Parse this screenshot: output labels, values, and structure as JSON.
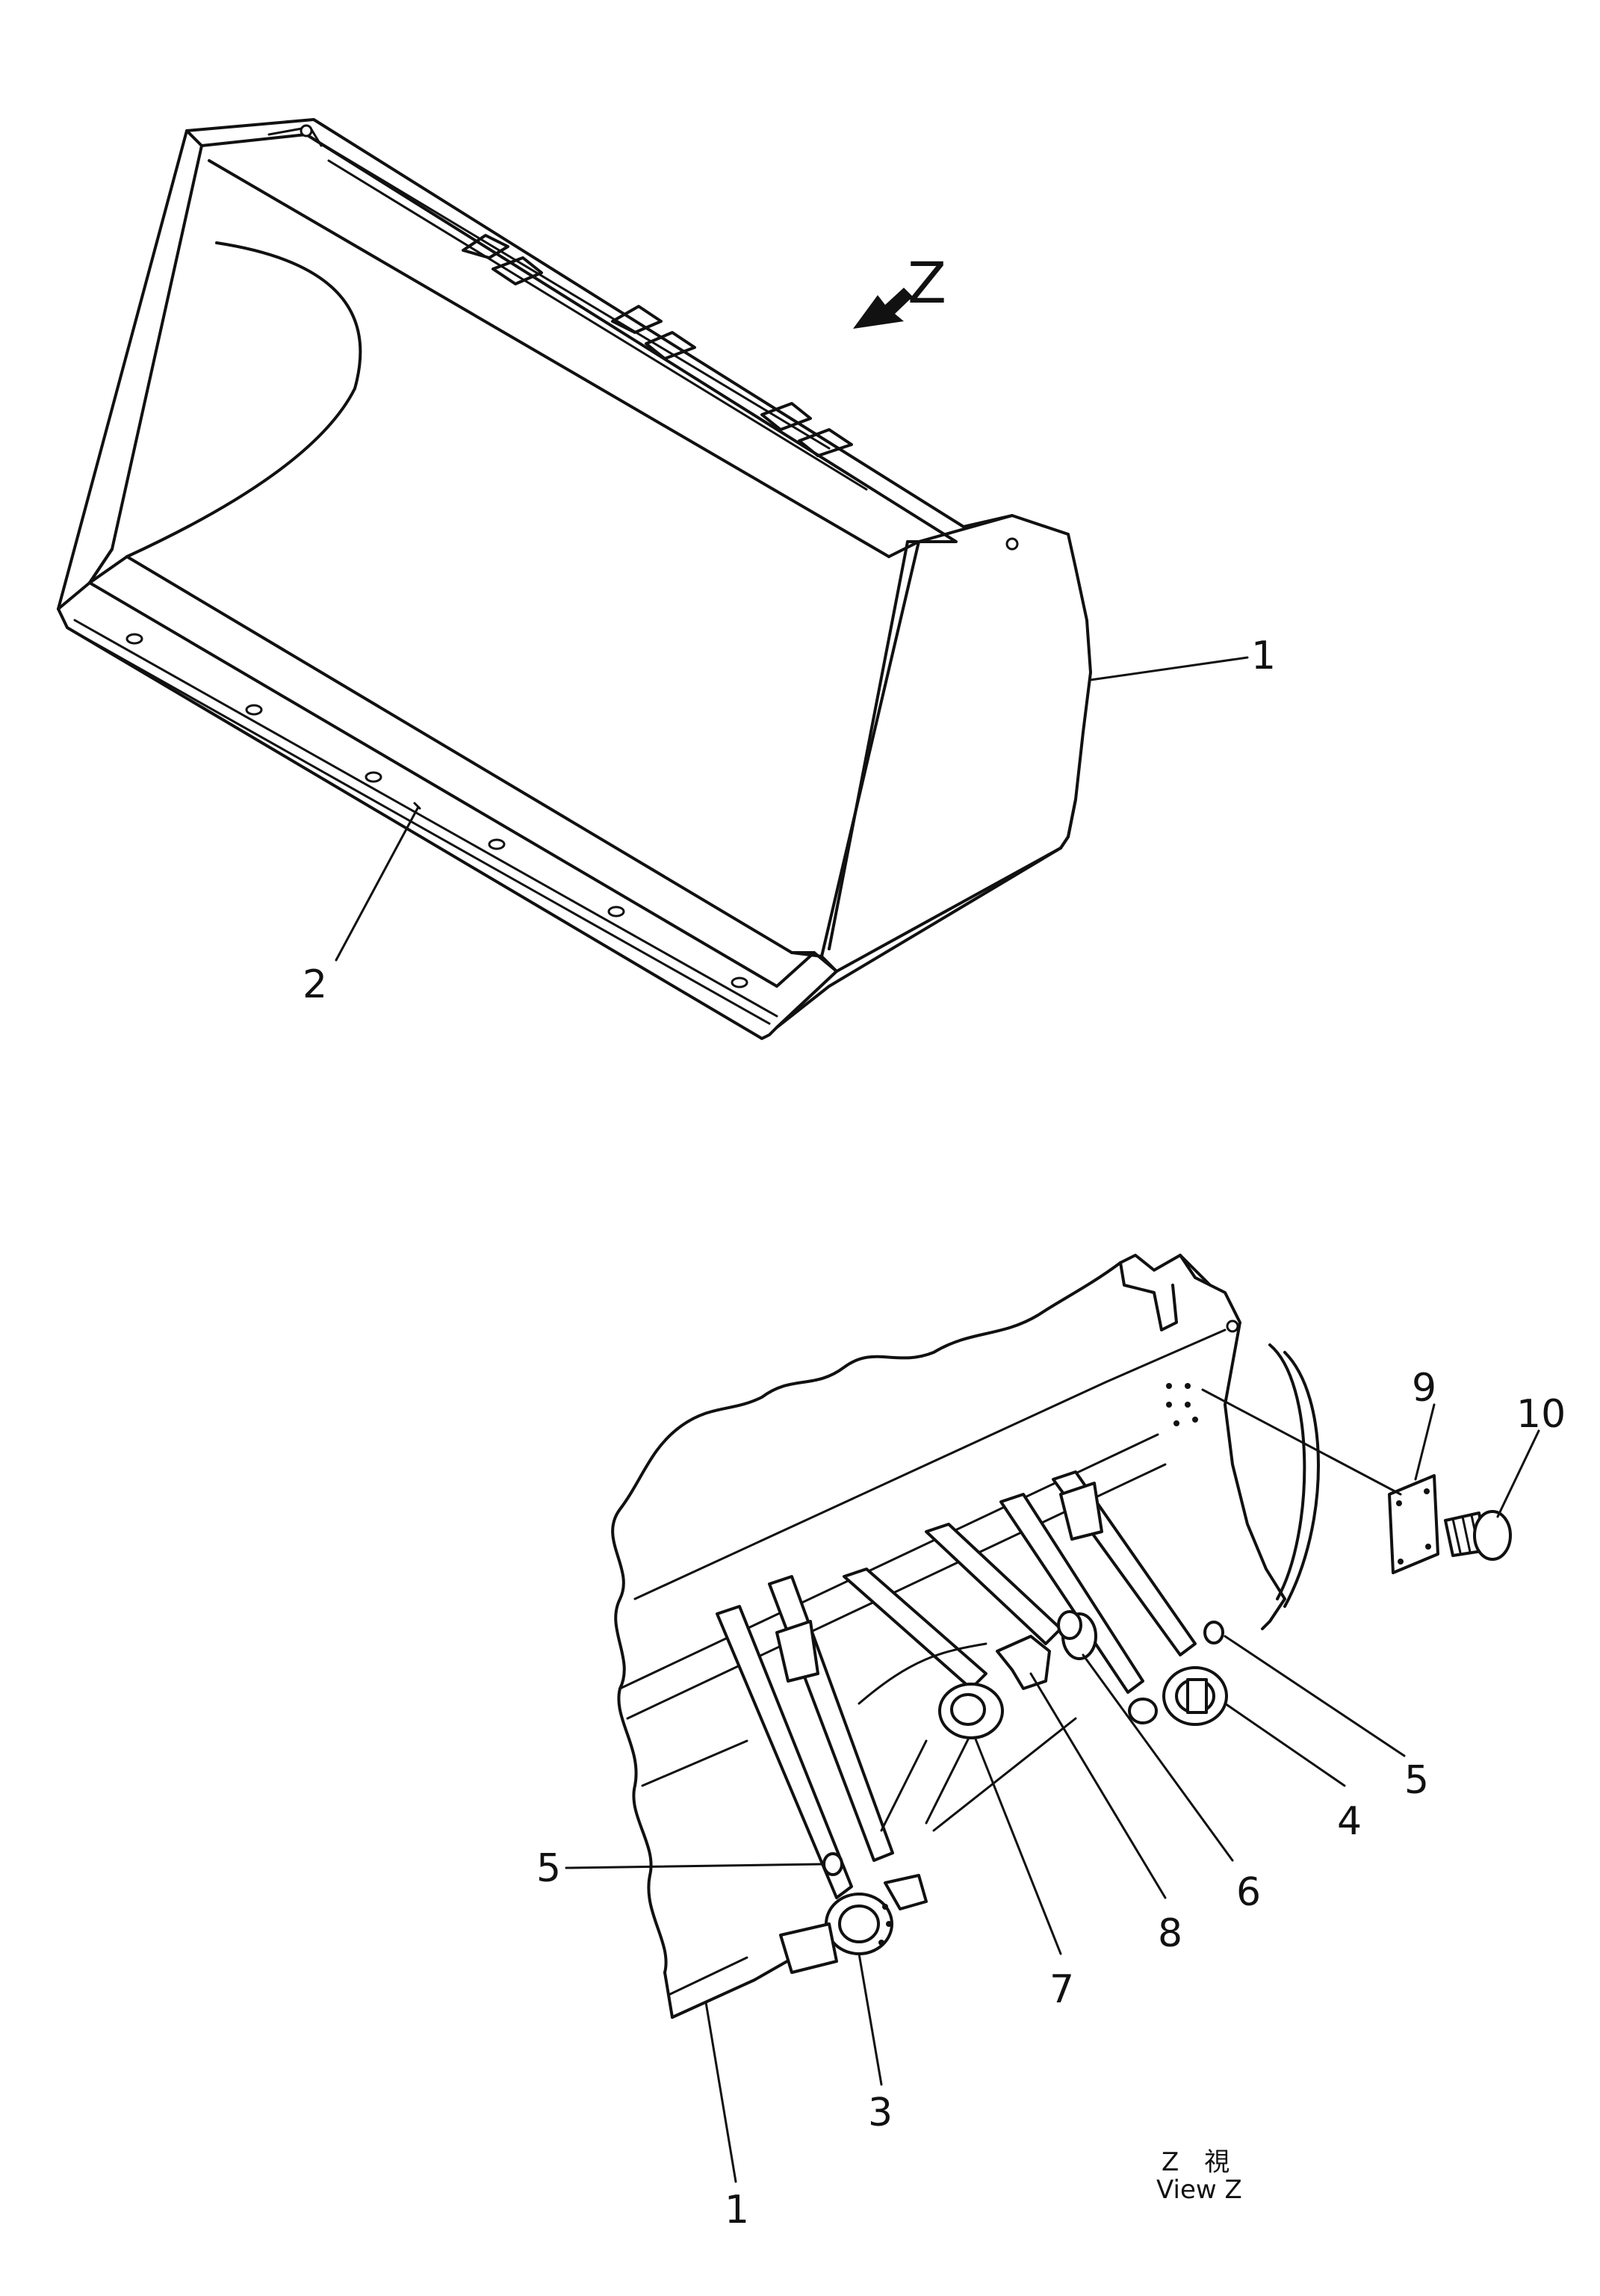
{
  "view_indicator": {
    "letter": "Z"
  },
  "callouts": {
    "top_bucket": "1",
    "cutting_edge": "2",
    "pin_left": "3",
    "pin_right": "4",
    "bolt_left": "5",
    "bolt_right": "5",
    "bushing_center": "6",
    "boss_center": "7",
    "bracket_center": "8",
    "plate": "9",
    "pin_plug": "10",
    "lower_bucket": "1"
  },
  "view_label": {
    "japanese": "Z　視",
    "english": "View Z"
  }
}
